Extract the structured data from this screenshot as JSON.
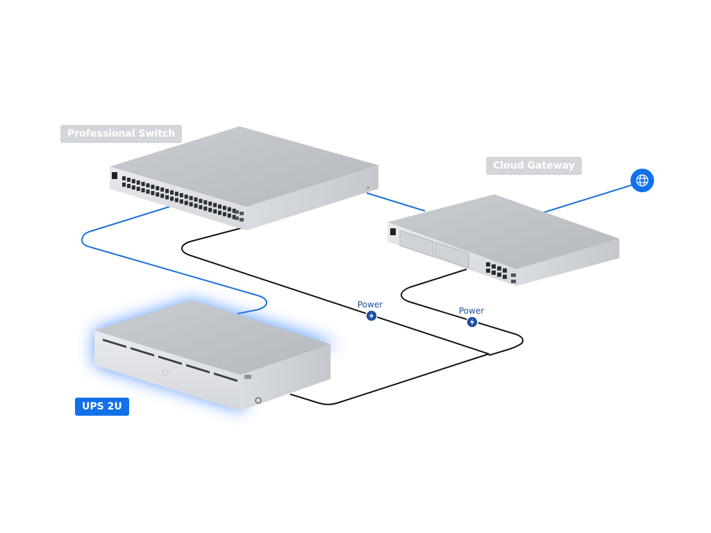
{
  "labels": {
    "switch": "Professional Switch",
    "gateway": "Cloud Gateway",
    "ups": "UPS 2U"
  },
  "power_labels": [
    "Power",
    "Power"
  ],
  "icons": {
    "internet": "globe-icon",
    "power": "lightning-bolt-icon"
  },
  "colors": {
    "data_cable": "#1a6fd8",
    "power_cable": "#111111",
    "label_gray": "#d3d6da",
    "label_blue": "#1270e8",
    "ups_glow": "#3d86ff",
    "internet": "#1270e8"
  }
}
